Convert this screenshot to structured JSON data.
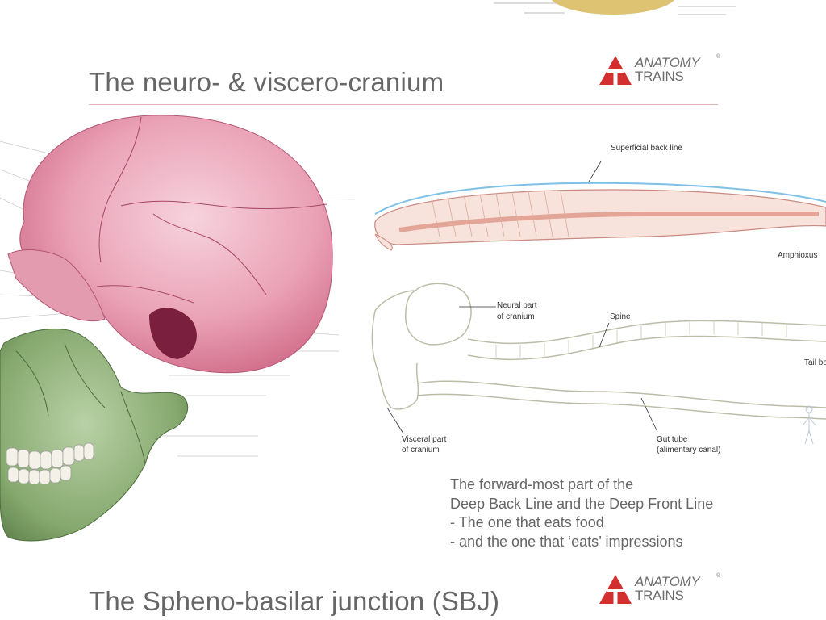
{
  "slide_top": {
    "title": "The neuro- & viscero-cranium",
    "logo": {
      "line1": "ANATOMY",
      "line2": "TRAINS",
      "mark": "®"
    }
  },
  "diagram": {
    "labels": {
      "superficial_back_line": "Superficial back line",
      "amphioxus": "Amphioxus",
      "neural_part_1": "Neural part",
      "neural_part_2": "of cranium",
      "spine": "Spine",
      "tail": "Tail bo",
      "visceral_part_1": "Visceral part",
      "visceral_part_2": "of cranium",
      "gut_tube_1": "Gut tube",
      "gut_tube_2": "(alimentary canal)"
    }
  },
  "caption": {
    "line1": "The forward-most part of the",
    "line2": "Deep Back Line and the Deep Front Line",
    "line3": "-  The one that eats food",
    "line4": "-  and the one that ‘eats’ impressions"
  },
  "slide_bottom": {
    "title": "The Spheno-basilar junction (SBJ)",
    "logo": {
      "line1": "ANATOMY",
      "line2": "TRAINS",
      "mark": "®"
    }
  },
  "colors": {
    "brand_red": "#d42f2f",
    "cranium_pink": "#e9a3b8",
    "mandible_green": "#8fb27a",
    "rule": "#e6b3b3"
  },
  "icons": {
    "logo": "anatomy-trains-triangle-icon"
  }
}
